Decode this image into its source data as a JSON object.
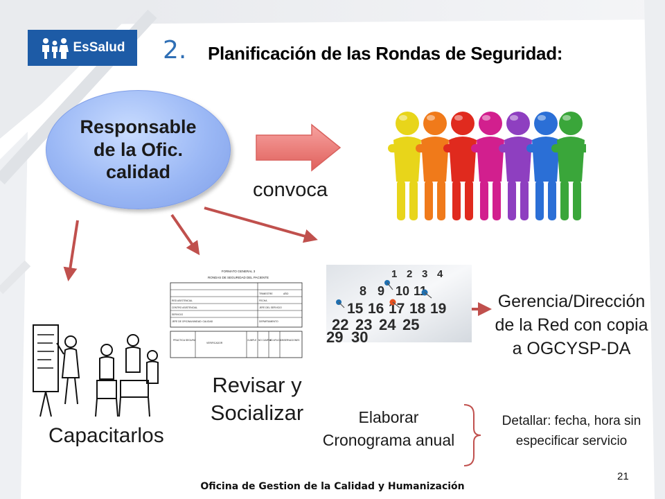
{
  "logo": {
    "text": "EsSalud",
    "color": "#1d5ba6"
  },
  "heading": {
    "number": "2.",
    "title": "Planificación de las Rondas de Seguridad:"
  },
  "responsable": {
    "text": "Responsable\nde la Ofic.\ncalidad"
  },
  "labels": {
    "convoca": "convoca",
    "capacitarlos": "Capacitarlos",
    "revisar": "Revisar y\nSocializar",
    "gerencia": "Gerencia/Dirección\nde la Red con copia\na OGCYSP-DA",
    "elaborar": "Elaborar\nCronograma anual",
    "detallar": "Detallar: fecha, hora sin\nespecificar servicio"
  },
  "form_doc": {
    "heading_lines": [
      "FORMATO GENERAL 3",
      "RONDAS DE SEGURIDAD DEL PACIENTE"
    ],
    "fields": [
      "RED ASISTENCIAL",
      "CENTRO ASISTENCIAL",
      "SERVICIO",
      "JEFE DE OFICINA/UNIDAD: CALIDAD"
    ],
    "right_fields": [
      "TRIMESTRE",
      "AÑO",
      "FECHA",
      "JEFE DEL SERVICIO",
      "DEPARTAMENTO"
    ],
    "columns": [
      "PRACTICA SEGURA",
      "VERIFICADOR",
      "CUMPLE",
      "NO CUMPLE",
      "NO APLICA",
      "OBSERVACIONES"
    ]
  },
  "calendar": {
    "numbers": [
      "1",
      "2",
      "3",
      "4",
      "8",
      "9",
      "10",
      "11",
      "15",
      "16",
      "17",
      "18",
      "19",
      "22",
      "23",
      "24",
      "25",
      "29",
      "30"
    ]
  },
  "people_colors": [
    "#e8d51a",
    "#f07a1a",
    "#e02a1e",
    "#d21f8e",
    "#8e3fc0",
    "#2b6fd6",
    "#3aa63a"
  ],
  "arrow_color": "#c0504d",
  "footer": "Oficina de Gestion de la Calidad y Humanización",
  "page_number": "21"
}
